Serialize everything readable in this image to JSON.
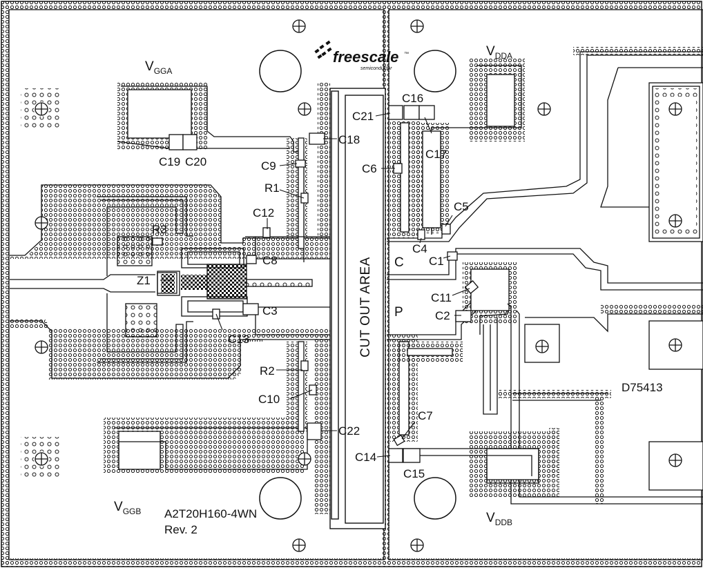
{
  "logo": {
    "text": "freescale",
    "tm": "™",
    "subtitle": "semiconductor"
  },
  "supplies": {
    "vgga": {
      "main": "V",
      "sub": "GGA"
    },
    "vggb": {
      "main": "V",
      "sub": "GGB"
    },
    "vdda": {
      "main": "V",
      "sub": "DDA"
    },
    "vddb": {
      "main": "V",
      "sub": "DDB"
    }
  },
  "cutout_label": "CUT OUT AREA",
  "part": {
    "number": "A2T20H160-4WN",
    "revision": "Rev. 2"
  },
  "drawing_id": "D75413",
  "zones": {
    "carrier": "C",
    "peaking": "P"
  },
  "components": {
    "c1": "C1",
    "c2": "C2",
    "c3": "C3",
    "c4": "C4",
    "c5": "C5",
    "c6": "C6",
    "c7": "C7",
    "c8": "C8",
    "c9": "C9",
    "c10": "C10",
    "c11": "C11",
    "c12": "C12",
    "c13": "C13",
    "c14": "C14",
    "c15": "C15",
    "c16": "C16",
    "c17": "C17",
    "c18": "C18",
    "c19": "C19",
    "c20": "C20",
    "c21": "C21",
    "c22": "C22",
    "r1": "R1",
    "r2": "R2",
    "r3": "R3",
    "z1": "Z1"
  },
  "colors": {
    "ink": "#111111",
    "background": "#ffffff"
  }
}
